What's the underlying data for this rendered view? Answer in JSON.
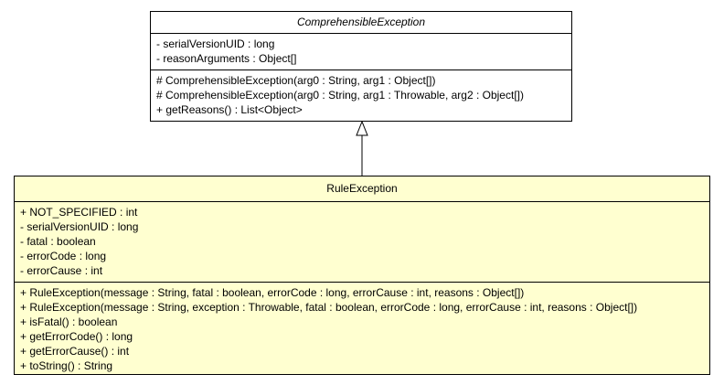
{
  "classes": {
    "parent": {
      "name": "ComprehensibleException",
      "attributes": [
        "- serialVersionUID : long",
        "- reasonArguments : Object[]"
      ],
      "operations": [
        "# ComprehensibleException(arg0 : String, arg1 : Object[])",
        "# ComprehensibleException(arg0 : String, arg1 : Throwable, arg2 : Object[])",
        "+ getReasons() : List<Object>"
      ]
    },
    "child": {
      "name": "RuleException",
      "attributes": [
        "+ NOT_SPECIFIED : int",
        "- serialVersionUID : long",
        "- fatal : boolean",
        "- errorCode : long",
        "- errorCause : int"
      ],
      "operations": [
        "+ RuleException(message : String, fatal : boolean, errorCode : long, errorCause : int, reasons : Object[])",
        "+ RuleException(message : String, exception : Throwable, fatal : boolean, errorCode : long, errorCause : int, reasons : Object[])",
        "+ isFatal() : boolean",
        "+ getErrorCode() : long",
        "+ getErrorCause() : int",
        "+ toString() : String"
      ]
    }
  },
  "colors": {
    "child_fill": "#ffffd0",
    "parent_fill": "#ffffff",
    "line": "#000000"
  }
}
